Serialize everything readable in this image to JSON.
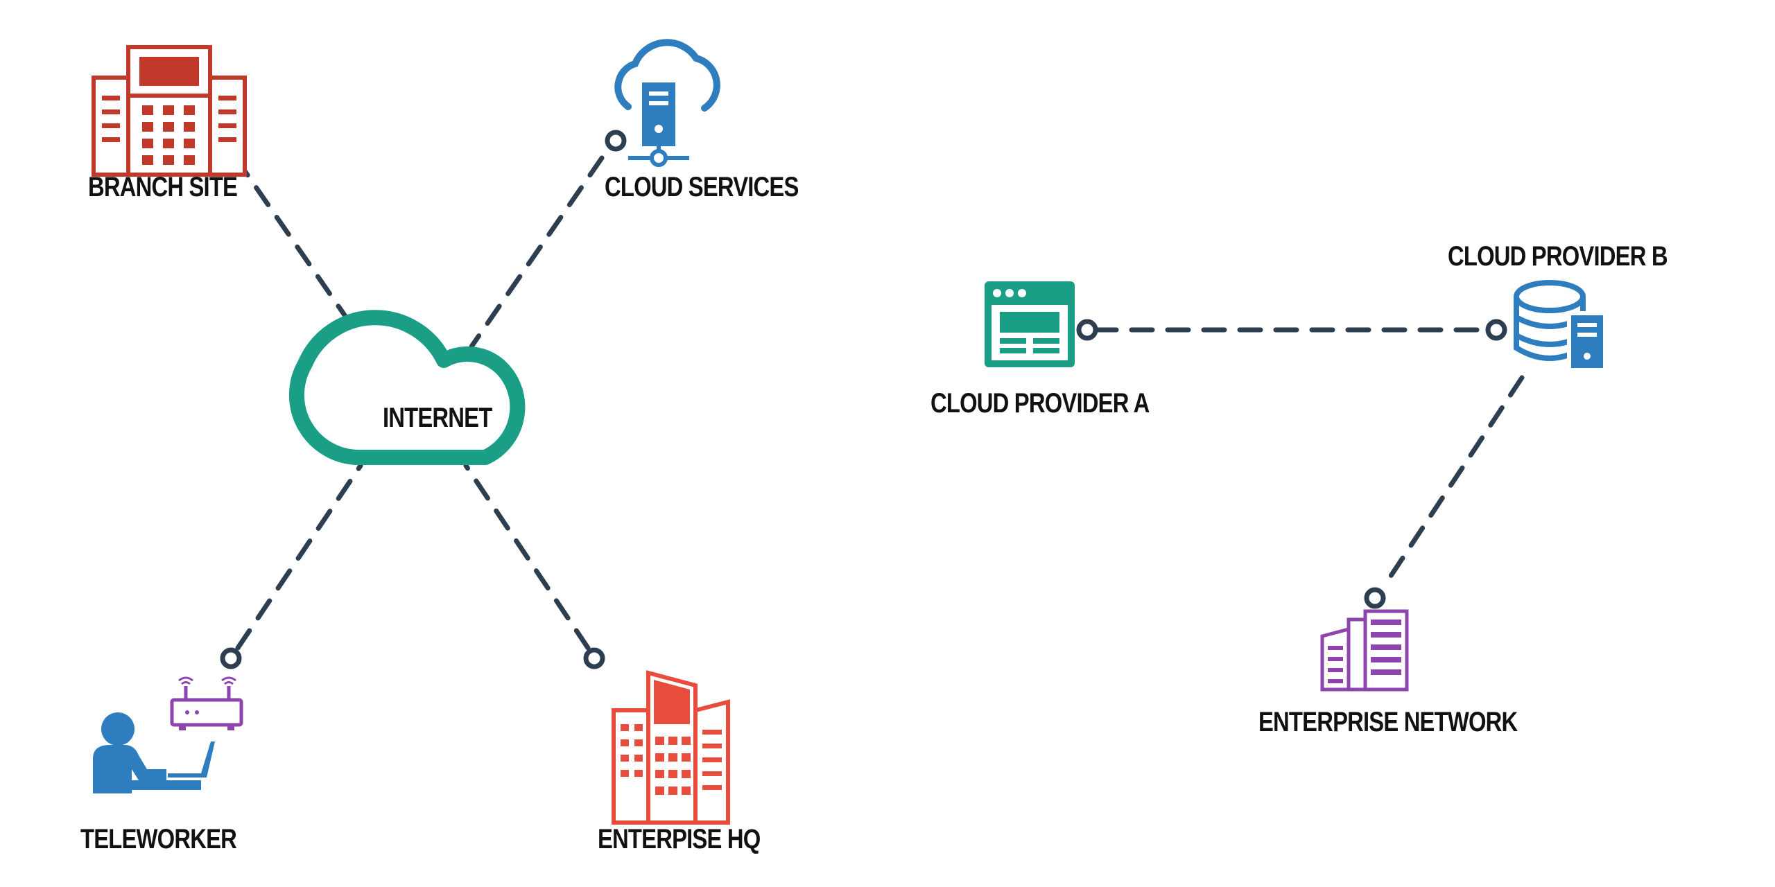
{
  "diagram_left": {
    "hub": {
      "label": "INTERNET",
      "icon": "cloud-icon",
      "color": "#1a9e86"
    },
    "nodes": [
      {
        "id": "branch",
        "label": "BRANCH SITE",
        "icon": "office-building-icon",
        "color": "#c0392b"
      },
      {
        "id": "cloud-services",
        "label": "CLOUD SERVICES",
        "icon": "cloud-server-icon",
        "color": "#2e7dbf"
      },
      {
        "id": "teleworker",
        "label": "TELEWORKER",
        "icon": "person-laptop-router-icon",
        "color": "#2e7dbf"
      },
      {
        "id": "hq",
        "label": "ENTERPISE HQ",
        "icon": "headquarters-building-icon",
        "color": "#e74c3c"
      }
    ]
  },
  "diagram_right": {
    "nodes": [
      {
        "id": "provider-a",
        "label": "CLOUD PROVIDER A",
        "icon": "browser-window-icon",
        "color": "#1a9e86"
      },
      {
        "id": "provider-b",
        "label": "CLOUD PROVIDER B",
        "icon": "database-server-icon",
        "color": "#2e7dbf"
      },
      {
        "id": "enterprise-network",
        "label": "ENTERPRISE NETWORK",
        "icon": "datacenter-buildings-icon",
        "color": "#8e44ad"
      }
    ]
  },
  "style": {
    "connector_color": "#2c3e50",
    "label_color": "#111111"
  }
}
